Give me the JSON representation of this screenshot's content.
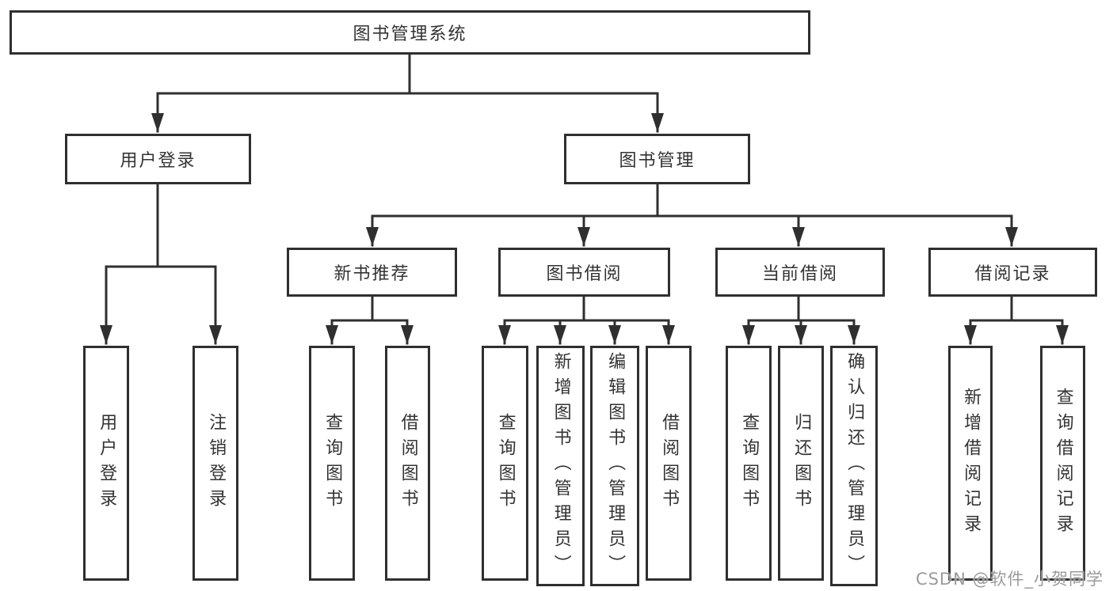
{
  "diagram": {
    "root": {
      "label": "图书管理系统",
      "children": [
        {
          "label": "用户登录",
          "children": [
            {
              "label": "用户登录"
            },
            {
              "label": "注销登录"
            }
          ]
        },
        {
          "label": "图书管理",
          "children": [
            {
              "label": "新书推荐",
              "children": [
                {
                  "label": "查询图书"
                },
                {
                  "label": "借阅图书"
                }
              ]
            },
            {
              "label": "图书借阅",
              "children": [
                {
                  "label": "查询图书"
                },
                {
                  "label": "新增图书（管理员）"
                },
                {
                  "label": "编辑图书（管理员）"
                },
                {
                  "label": "借阅图书"
                }
              ]
            },
            {
              "label": "当前借阅",
              "children": [
                {
                  "label": "查询图书"
                },
                {
                  "label": "归还图书"
                },
                {
                  "label": "确认归还（管理员）"
                }
              ]
            },
            {
              "label": "借阅记录",
              "children": [
                {
                  "label": "新增借阅记录"
                },
                {
                  "label": "查询借阅记录"
                }
              ]
            }
          ]
        }
      ]
    }
  },
  "watermark": {
    "text": "CSDN @软件_小贺同学"
  },
  "colors": {
    "line": "#2f2f2f",
    "text": "#333333",
    "watermark_text": "#9b9b9b",
    "background": "#ffffff"
  }
}
